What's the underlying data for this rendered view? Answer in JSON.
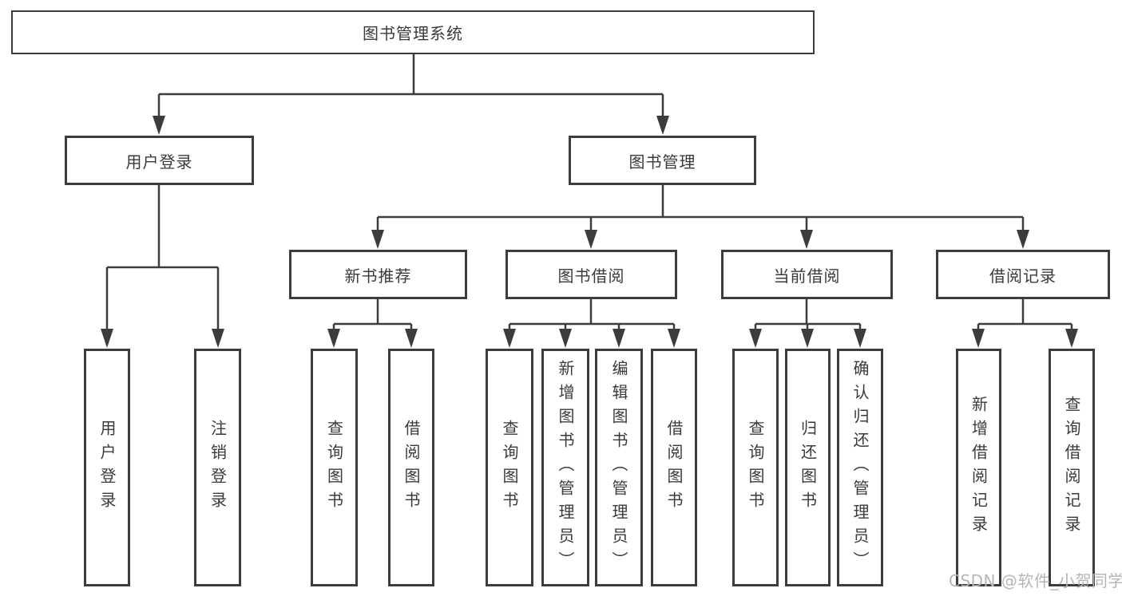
{
  "diagram": {
    "root": "图书管理系统",
    "level2": [
      "用户登录",
      "图书管理"
    ],
    "level3": [
      "新书推荐",
      "图书借阅",
      "当前借阅",
      "借阅记录"
    ],
    "leaves": {
      "user_login": [
        "用户登录",
        "注销登录"
      ],
      "new_book_recommend": [
        "查询图书",
        "借阅图书"
      ],
      "book_borrowing": [
        "查询图书",
        "新增图书（管理员）",
        "编辑图书（管理员）",
        "借阅图书"
      ],
      "current_borrowing": [
        "查询图书",
        "归还图书",
        "确认归还（管理员）"
      ],
      "borrowing_records": [
        "新增借阅记录",
        "查询借阅记录"
      ]
    }
  },
  "watermark": "CSDN @软件_小贺同学",
  "colors": {
    "line": "#3c3c3c",
    "text": "#3a3a3a",
    "watermark": "#b5b5b5",
    "background": "#ffffff"
  }
}
